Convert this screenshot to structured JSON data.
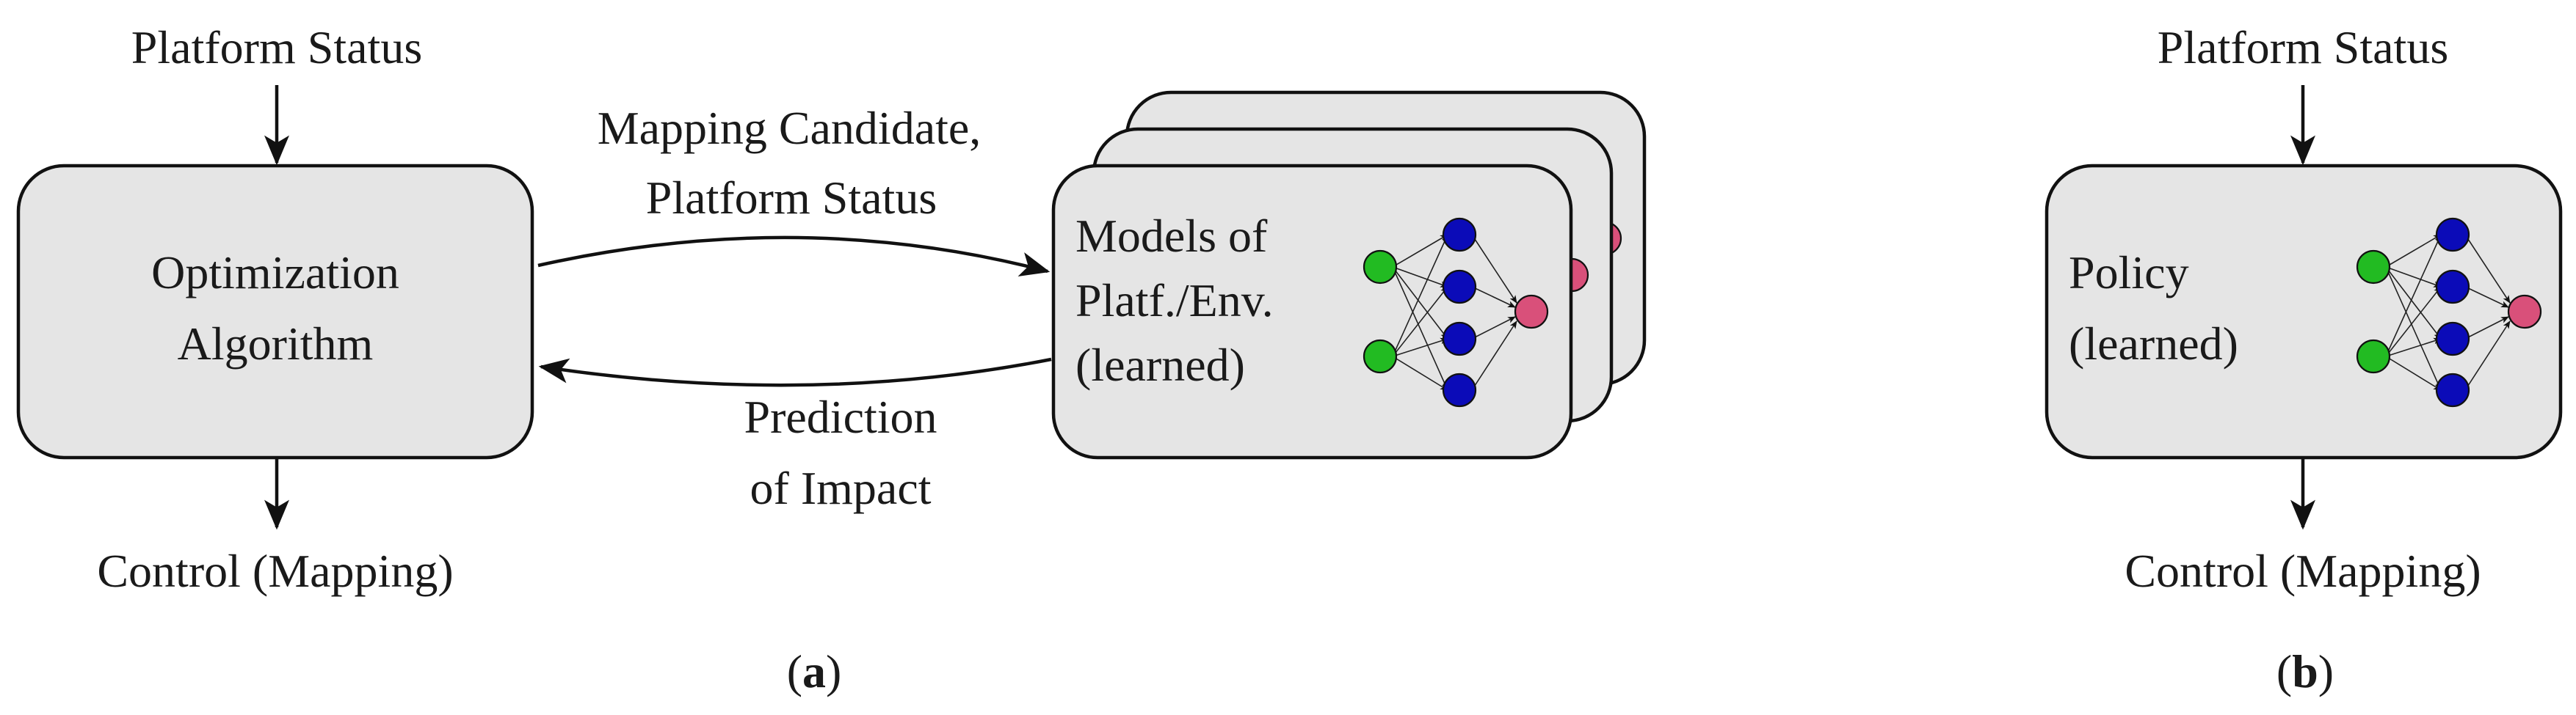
{
  "panel_a": {
    "input_label": "Platform Status",
    "output_label": "Control (Mapping)",
    "optimizer": {
      "line1": "Optimization",
      "line2": "Algorithm"
    },
    "query_label": {
      "line1": "Mapping Candidate,",
      "line2": "Platform Status"
    },
    "response_label": {
      "line1": "Prediction",
      "line2": "of Impact"
    },
    "models": {
      "line1": "Models of",
      "line2": "Platf./Env.",
      "line3": "(learned)"
    },
    "caption_open": "(",
    "caption_letter": "a",
    "caption_close": ")"
  },
  "panel_b": {
    "input_label": "Platform Status",
    "output_label": "Control (Mapping)",
    "policy": {
      "line1": "Policy",
      "line2": "(learned)"
    },
    "caption_open": "(",
    "caption_letter": "b",
    "caption_close": ")"
  },
  "colors": {
    "box_fill": "#e5e5e5",
    "input_node": "#22bb22",
    "hidden_node": "#0b0bb8",
    "output_node": "#d9507a"
  },
  "icons": {
    "network": "neural-network-icon"
  }
}
